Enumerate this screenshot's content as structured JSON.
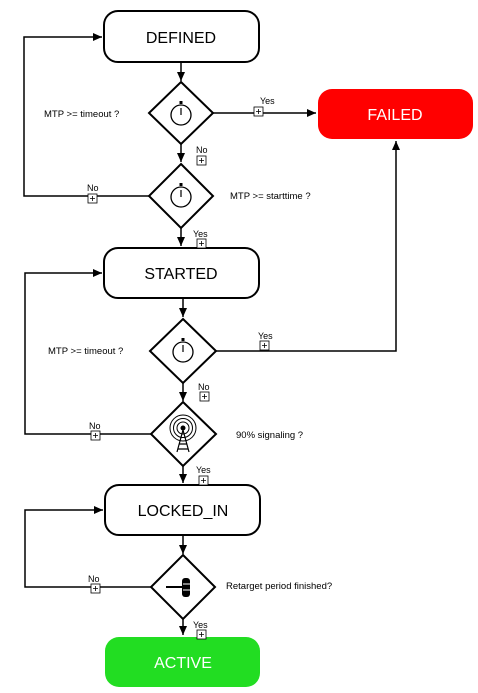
{
  "states": {
    "defined": {
      "label": "DEFINED",
      "color": "#ffffff"
    },
    "failed": {
      "label": "FAILED",
      "color": "#ff0000"
    },
    "started": {
      "label": "STARTED",
      "color": "#ffffff"
    },
    "locked_in": {
      "label": "LOCKED_IN",
      "color": "#ffffff"
    },
    "active": {
      "label": "ACTIVE",
      "color": "#22dd22"
    }
  },
  "conditions": {
    "d1": {
      "text": "MTP >= timeout ?",
      "icon": "stopwatch-icon"
    },
    "d2": {
      "text": "MTP >= starttime ?",
      "icon": "stopwatch-icon"
    },
    "d3": {
      "text": "MTP >= timeout ?",
      "icon": "stopwatch-icon"
    },
    "d4": {
      "text": "90% signaling ?",
      "icon": "signal-tower-icon"
    },
    "d5": {
      "text": "Retarget period finished?",
      "icon": "gavel-icon"
    }
  },
  "edge_labels": {
    "yes": "Yes",
    "no": "No"
  }
}
